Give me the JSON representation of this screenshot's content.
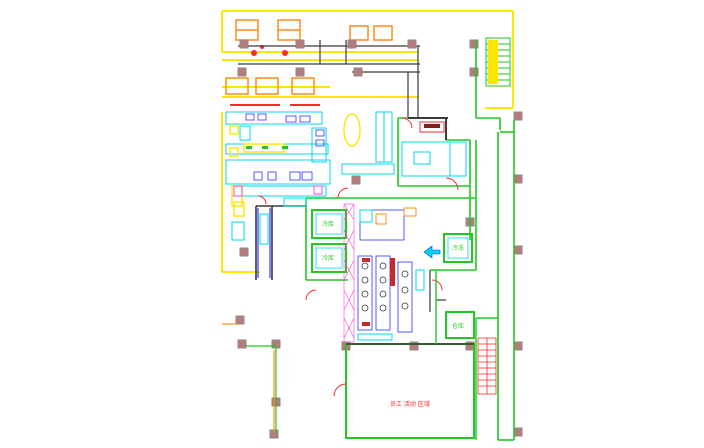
{
  "drawing": {
    "background": "#ffffff",
    "palette": {
      "wall_yellow": "#ffe600",
      "wall_green": "#22c822",
      "wall_dark": "#3a3a3a",
      "wall_blue": "#3232ff",
      "outline_cyan": "#00d8e8",
      "outline_red": "#ff2a2a",
      "outline_magenta": "#ff44dd",
      "furniture_orange": "#ff8c1a",
      "column_fill": "#b87a7a",
      "column_stroke": "#8a8a8a",
      "text_red": "#ff2a2a",
      "text_green": "#22c822"
    },
    "room_labels": [
      {
        "id": "cold-room-1",
        "text": "冷库"
      },
      {
        "id": "cold-room-2",
        "text": "冷库"
      },
      {
        "id": "freezer-room",
        "text": "冷冻"
      },
      {
        "id": "storage-room",
        "text": "仓库"
      },
      {
        "id": "large-room",
        "text": "员工 活动 区域"
      }
    ]
  }
}
